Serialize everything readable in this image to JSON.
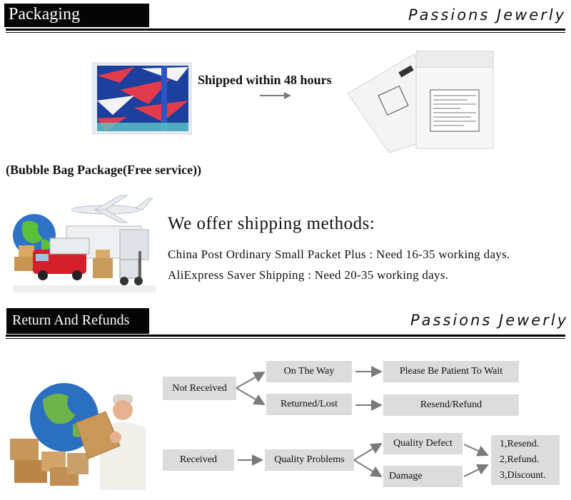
{
  "packaging": {
    "header": "Packaging",
    "brand": "Passions Jewerly",
    "shipped_text": "Shipped within 48 hours",
    "bubble_text": "(Bubble Bag Package(Free service))"
  },
  "shipping": {
    "title": "We offer shipping methods:",
    "methods": [
      "China Post Ordinary Small Packet Plus : Need 16-35 working days.",
      "AliExpress Saver Shipping :  Need 20-35 working days."
    ]
  },
  "returns": {
    "header": "Return And Refunds",
    "brand": "Passions Jewerly",
    "flow": {
      "not_received": "Not Received",
      "on_the_way": "On The Way",
      "please_wait": "Please Be Patient To Wait",
      "returned_lost": "Returned/Lost",
      "resend_refund": "Resend/Refund",
      "received": "Received",
      "quality_problems": "Quality Problems",
      "quality_defect": "Quality Defect",
      "damage": "Damage",
      "options": [
        "1,Resend.",
        "2,Refund.",
        "3,Discount."
      ]
    }
  },
  "colors": {
    "header_bg": "#050505",
    "box_bg": "#dcdcdc",
    "arrow": "#7a7a7a"
  }
}
